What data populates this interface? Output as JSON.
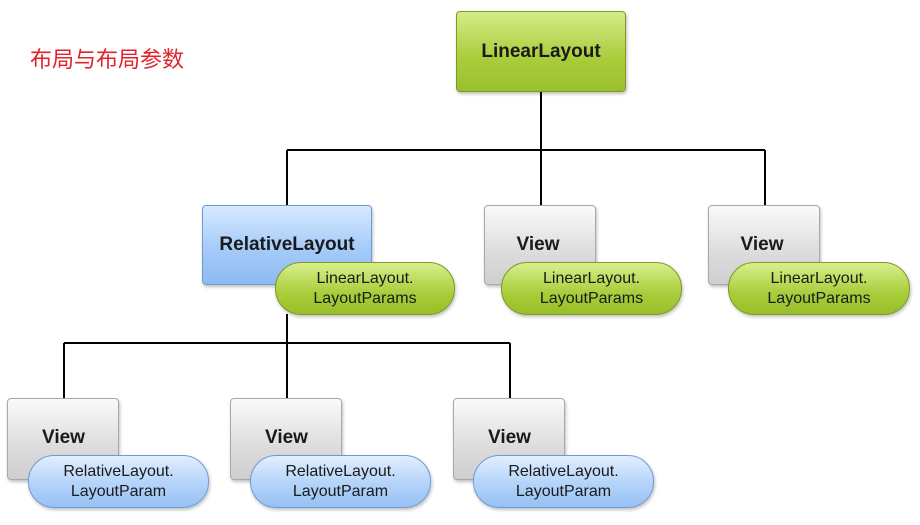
{
  "title": "布局与布局参数",
  "root": {
    "label": "LinearLayout"
  },
  "level1": [
    {
      "label": "RelativeLayout",
      "param_line1": "LinearLayout.",
      "param_line2": "LayoutParams"
    },
    {
      "label": "View",
      "param_line1": "LinearLayout.",
      "param_line2": "LayoutParams"
    },
    {
      "label": "View",
      "param_line1": "LinearLayout.",
      "param_line2": "LayoutParams"
    }
  ],
  "level2": [
    {
      "label": "View",
      "param_line1": "RelativeLayout.",
      "param_line2": "LayoutParam"
    },
    {
      "label": "View",
      "param_line1": "RelativeLayout.",
      "param_line2": "LayoutParam"
    },
    {
      "label": "View",
      "param_line1": "RelativeLayout.",
      "param_line2": "LayoutParam"
    }
  ],
  "colors": {
    "title": "#e0232b",
    "layout_green": "#a9cc3b",
    "relative_blue": "#a5cbf8",
    "view_gray": "#dcdcdc"
  }
}
